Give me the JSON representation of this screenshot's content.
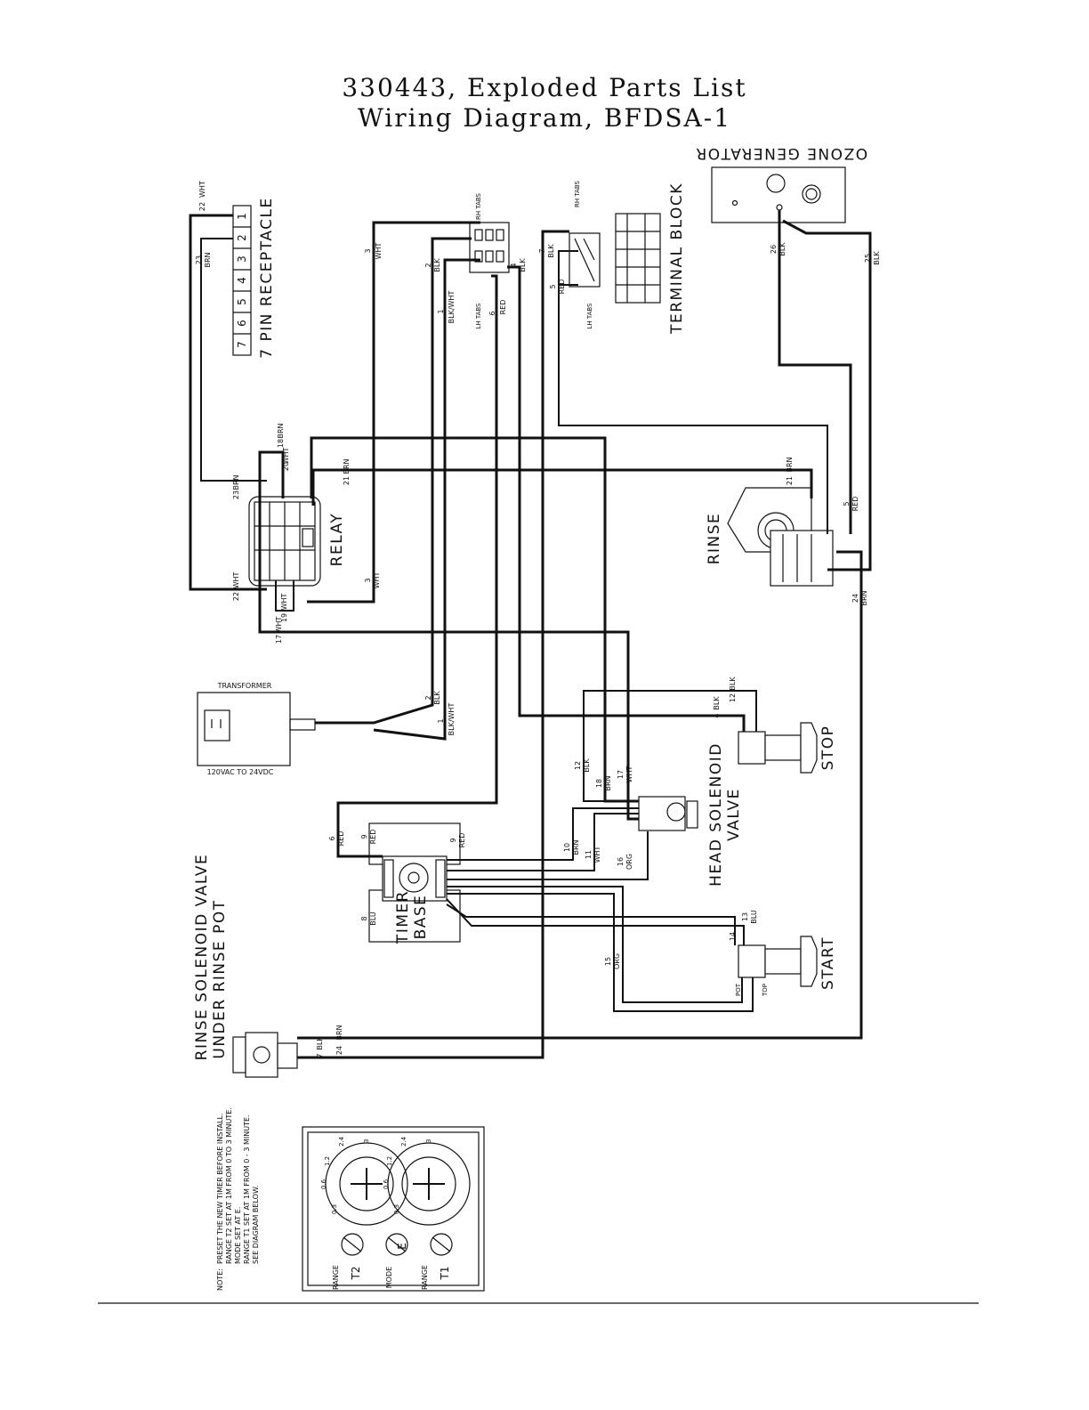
{
  "title": {
    "line1": "330443, Exploded Parts List",
    "line2": "Wiring Diagram, BFDSA-1"
  },
  "components": {
    "ozone_generator": "OZONE GENERATOR",
    "receptacle": "7 PIN RECEPTACLE",
    "receptacle_pins": [
      "1",
      "2",
      "3",
      "4",
      "5",
      "6",
      "7"
    ],
    "rh_tabs": "RH TABS",
    "lh_tabs": "LH TABS",
    "terminal_block": "TERMINAL BLOCK",
    "relay": "RELAY",
    "rinse": "RINSE",
    "transformer": "TRANSFORMER",
    "transformer_rating": "120VAC TO 24VDC",
    "stop": "STOP",
    "head_solenoid_line1": "HEAD SOLENOID",
    "head_solenoid_line2": "VALVE",
    "timer_line1": "TIMER",
    "timer_line2": "BASE",
    "start": "START",
    "rinse_solenoid_line1": "RINSE SOLENOID VALVE",
    "rinse_solenoid_line2": "UNDER RINSE POT",
    "pot": "POT",
    "top": "TOP"
  },
  "wire_labels": {
    "w22": "22",
    "w22c": "WHT",
    "w23": "23",
    "w23c": "BRN",
    "w3": "3",
    "w3c": "WHT",
    "w2": "2",
    "w2c": "BLK",
    "w1": "1",
    "w1c": "BLK/WHT",
    "w6": "6",
    "w6c": "RED",
    "w4": "4",
    "w4c": "BLK",
    "w7": "7",
    "w7c": "BLK",
    "w5": "5",
    "w5c": "RED",
    "w26": "26",
    "w26c": "BLK",
    "w25": "25",
    "w25c": "BLK",
    "w18": "18",
    "w18c": "BRN",
    "w20": "20",
    "w20c": "WHT",
    "w21": "21",
    "w21c": "BRN",
    "w19": "19",
    "w19c": "WHT",
    "w17": "17",
    "w17c": "WHT",
    "w24": "24",
    "w24c": "BRN",
    "w12": "12",
    "w12c": "BLK",
    "w16": "16",
    "w16c": "ORG",
    "w10": "10",
    "w10c": "BRN",
    "w11": "11",
    "w11c": "WHT",
    "w9": "9",
    "w9c": "RED",
    "w8": "8",
    "w8c": "BLU",
    "w15": "15",
    "w15c": "ORG",
    "w14": "14",
    "w13": "13",
    "w13c": "BLU"
  },
  "timer_dial": {
    "range_t2": "RANGE",
    "t2": "T2",
    "mode": "MODE",
    "e": "E",
    "range_t1": "RANGE",
    "t1": "T1",
    "ticks": [
      "0.3",
      "0.6",
      "1.2",
      "2.4",
      "3"
    ]
  },
  "note": {
    "heading": "NOTE:",
    "line1": "PRESET THE NEW TIMER BEFORE INSTALL.",
    "line2": "RANGE T2 SET AT 1M FROM 0 TO 3 MINUTE.",
    "line3": "MODE SET AT E.",
    "line4": "RANGE T1 SET AT 1M FROM 0 - 3 MINUTE.",
    "line5": "SEE DIAGRAM BELOW."
  }
}
